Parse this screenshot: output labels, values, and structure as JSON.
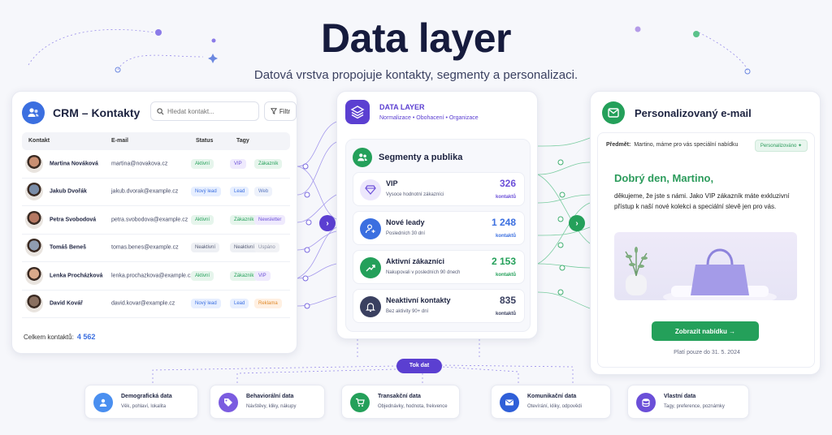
{
  "hero": {
    "title": "Data layer",
    "subtitle": "Datová vrstva propojuje kontakty, segmenty a personalizaci."
  },
  "crm": {
    "title": "CRM – Kontakty",
    "search_placeholder": "Hledat kontakt...",
    "filter_label": "Filtr",
    "columns": [
      "Kontakt",
      "E-mail",
      "Status",
      "Tagy"
    ],
    "rows": [
      {
        "name": "Martina Nováková",
        "email": "martina@novakova.cz",
        "status": "Aktivní",
        "tags": [
          "VIP",
          "Zákazník"
        ]
      },
      {
        "name": "Jakub Dvořák",
        "email": "jakub.dvorak@example.cz",
        "status": "Nový lead",
        "tags": [
          "Lead",
          "Web"
        ]
      },
      {
        "name": "Petra Svobodová",
        "email": "petra.svobodova@example.cz",
        "status": "Aktivní",
        "tags": [
          "Zákazník",
          "Newsletter"
        ]
      },
      {
        "name": "Tomáš Beneš",
        "email": "tomas.benes@example.cz",
        "status": "Neaktivní",
        "tags": [
          "Neaktivní",
          "Uspáno"
        ]
      },
      {
        "name": "Lenka Procházková",
        "email": "lenka.prochazkova@example.cz",
        "status": "Aktivní",
        "tags": [
          "Zákazník",
          "VIP"
        ]
      },
      {
        "name": "David Kovář",
        "email": "david.kovar@example.cz",
        "status": "Nový lead",
        "tags": [
          "Lead",
          "Reklama"
        ]
      }
    ],
    "total_label": "Celkem kontaktů:",
    "total_value": "4 562"
  },
  "data_layer": {
    "title": "DATA LAYER",
    "steps": [
      "Normalizace",
      "Obohacení",
      "Organizace"
    ],
    "segments_title": "Segmenty a publika",
    "segments": [
      {
        "name": "VIP",
        "desc": "Vysoce hodnotní zákazníci",
        "value": "326",
        "unit": "kontaktů",
        "color": "#6b4fd8",
        "icon": "diamond-icon"
      },
      {
        "name": "Nové leady",
        "desc": "Posledních 30 dní",
        "value": "1 248",
        "unit": "kontaktů",
        "color": "#3b6fe0",
        "icon": "user-plus-icon"
      },
      {
        "name": "Aktivní zákazníci",
        "desc": "Nakupovali v posledních 90 dnech",
        "value": "2 153",
        "unit": "kontaktů",
        "color": "#24a05a",
        "icon": "trend-up-icon"
      },
      {
        "name": "Neaktivní kontakty",
        "desc": "Bez aktivity 90+ dní",
        "value": "835",
        "unit": "kontaktů",
        "color": "#3a4060",
        "icon": "bell-icon"
      }
    ]
  },
  "email": {
    "title": "Personalizovaný e-mail",
    "subject_label": "Předmět:",
    "subject": "Martino, máme pro vás speciální nabídku",
    "badge": "Personalizováno",
    "greeting": "Dobrý den, Martino,",
    "body": "děkujeme, že jste s námi. Jako VIP zákazník máte exkluzivní přístup k naší nové kolekci a speciální slevě jen pro vás.",
    "cta": "Zobrazit nabídku →",
    "validity": "Platí pouze do 31. 5. 2024"
  },
  "flow_label": "Tok dat",
  "sources": [
    {
      "title": "Demografická data",
      "desc": "Věk, pohlaví, lokalita",
      "color": "#4a8ff0",
      "icon": "person-icon"
    },
    {
      "title": "Behaviorální data",
      "desc": "Návštěvy, kliky, nákupy",
      "color": "#7b5ce0",
      "icon": "tag-icon"
    },
    {
      "title": "Transakční data",
      "desc": "Objednávky, hodnota, frekvence",
      "color": "#24a05a",
      "icon": "cart-icon"
    },
    {
      "title": "Komunikační data",
      "desc": "Otevírání, kliky, odpovědi",
      "color": "#2f5fd8",
      "icon": "mail-icon"
    },
    {
      "title": "Vlastní data",
      "desc": "Tagy, preference, poznámky",
      "color": "#6b4fd8",
      "icon": "database-icon"
    }
  ],
  "colors": {
    "accent_purple": "#5b3fd1",
    "accent_green": "#24a05a",
    "accent_blue": "#3b6fe0",
    "title_dark": "#161b3d"
  }
}
